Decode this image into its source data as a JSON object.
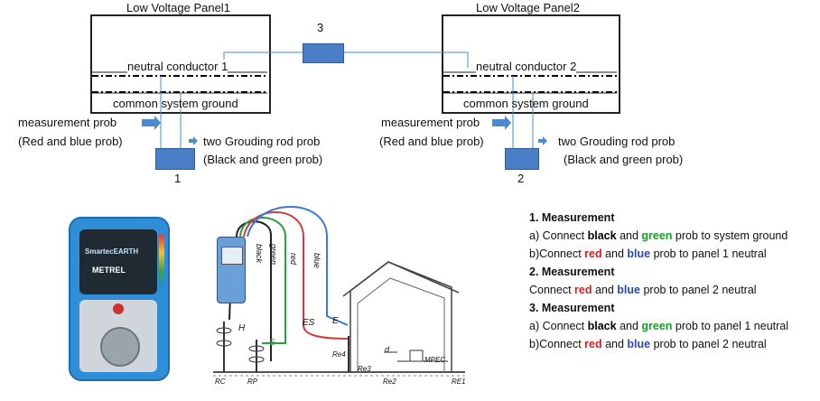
{
  "diagram": {
    "panel1": {
      "title": "Low Voltage Panel1",
      "neutral": "neutral conductor 1",
      "ground": "common system ground"
    },
    "panel2": {
      "title": "Low Voltage Panel2",
      "neutral": "neutral conductor 2",
      "ground": "common system ground"
    },
    "meter3_label": "3",
    "meter1_label": "1",
    "meter2_label": "2",
    "left_probe": {
      "measurement_line1": "measurement prob",
      "measurement_line2": "(Red and blue prob)",
      "rod_line1": "two Grouding rod prob",
      "rod_line2": "(Black and green prob)"
    },
    "right_probe": {
      "measurement_line1": "measurement prob",
      "measurement_line2": "(Red and blue prob)",
      "rod_line1": "two Grouding rod prob",
      "rod_line2": "(Black and green prob)"
    }
  },
  "device": {
    "brand": "METREL",
    "model": "SmartecEARTH"
  },
  "setup": {
    "wire_black": "black",
    "wire_green": "green",
    "wire_red": "red",
    "wire_blue": "blue",
    "label_h": "H",
    "label_s": "S",
    "label_es": "ES",
    "label_e": "E",
    "label_d": "d",
    "label_mpec": "MPEC",
    "label_re4": "Re4",
    "label_re3": "Re3",
    "label_re2": "Re2",
    "label_re1": "RE1",
    "label_rc": "RC",
    "label_rp": "RP"
  },
  "instructions": {
    "h1": "1. Measurement",
    "step1a_pre": "a) Connect ",
    "step1a_black": "black",
    "step1a_and": " and ",
    "step1a_green": "green",
    "step1a_post": " prob to system ground",
    "step1b_pre": "b)Connect ",
    "step1b_red": "red",
    "step1b_and": " and ",
    "step1b_blue": "blue",
    "step1b_post": " prob to  panel 1 neutral",
    "h2": "2. Measurement",
    "step2_pre": "Connect ",
    "step2_red": "red",
    "step2_and": " and ",
    "step2_blue": "blue",
    "step2_post": " prob to  panel 2 neutral",
    "h3": "3. Measurement",
    "step3a_pre": "a) Connect ",
    "step3a_black": "black",
    "step3a_and": " and ",
    "step3a_green": "green",
    "step3a_post": " prob to panel 1 neutral",
    "step3b_pre": "b)Connect ",
    "step3b_red": "red",
    "step3b_and": " and ",
    "step3b_blue": "blue",
    "step3b_post": " prob to  panel 2 neutral"
  },
  "colors": {
    "meter_box": "#4a7ec7",
    "wire": "#4a8ad0",
    "device_blue": "#2e8fd8",
    "green_text": "#1a9a2a",
    "red_text": "#d21f1f",
    "blue_text": "#2a4aa8"
  }
}
